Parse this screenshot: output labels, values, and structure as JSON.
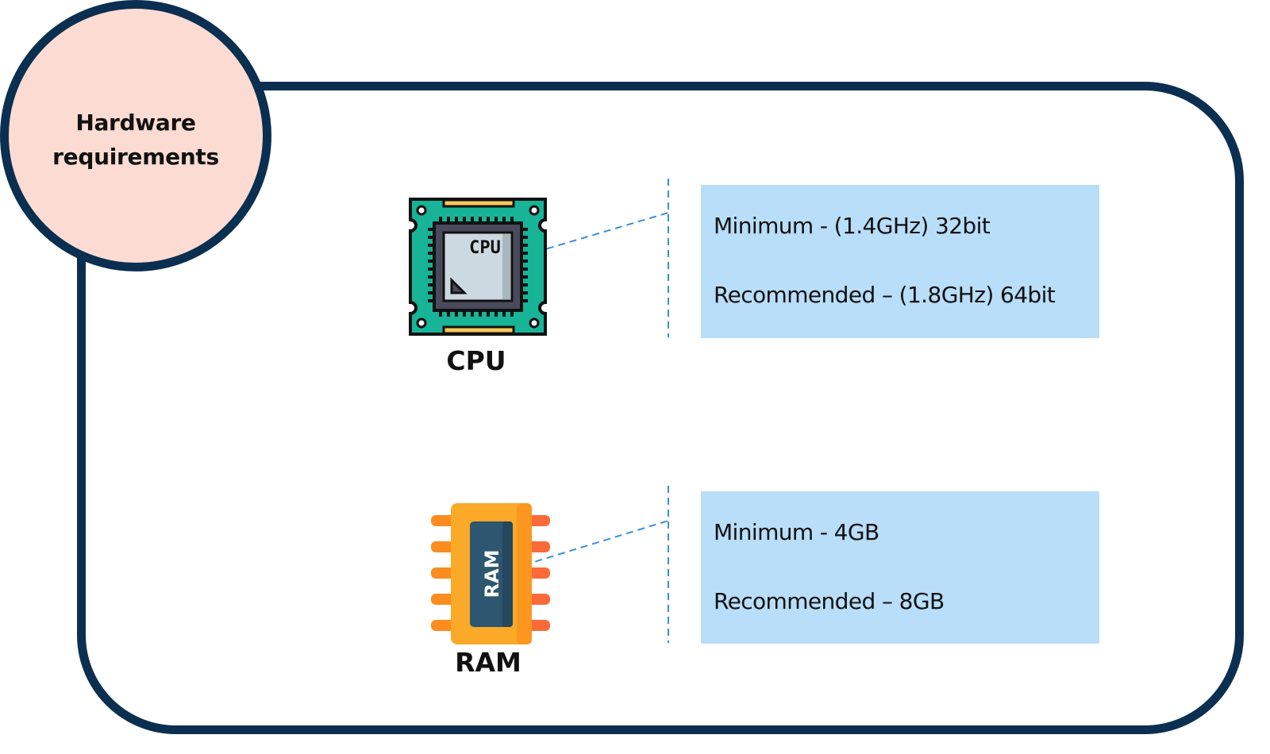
{
  "title": "Hardware requirements",
  "colors": {
    "frame_border": "#0b2f50",
    "title_circle_fill": "#fcdcd2",
    "spec_box_fill": "#b8def9",
    "connector_line": "#3a8fd9"
  },
  "components": [
    {
      "name": "CPU",
      "icon": "cpu-chip-icon",
      "icon_text": "CPU",
      "specs": [
        "Minimum  -  (1.4GHz) 32bit",
        "Recommended – (1.8GHz) 64bit"
      ]
    },
    {
      "name": "RAM",
      "icon": "ram-chip-icon",
      "icon_text": "RAM",
      "specs": [
        "Minimum  -  4GB",
        "Recommended – 8GB"
      ]
    }
  ]
}
